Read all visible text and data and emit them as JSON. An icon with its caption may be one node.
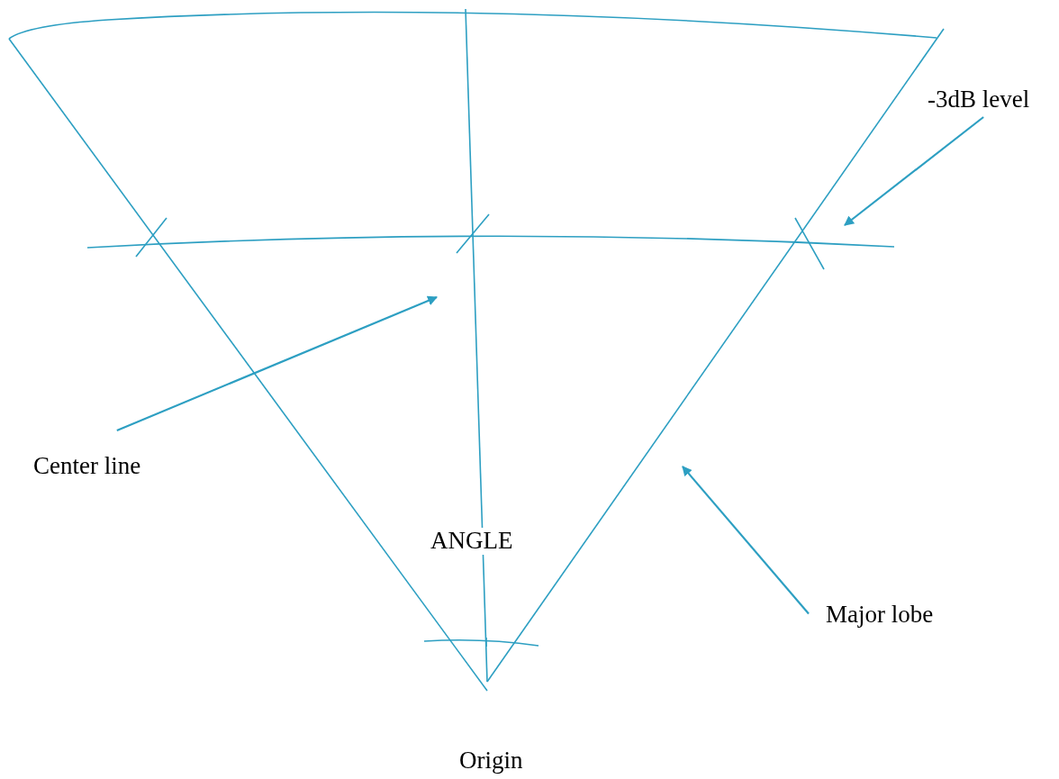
{
  "diagram": {
    "nodes": [
      {
        "text": [
          "-3dB level"
        ]
      },
      {
        "text": [
          "Center line"
        ]
      },
      {
        "text": [
          "Major lobe"
        ]
      }
    ],
    "edges": [
      {
        "from": 0,
        "to": null,
        "arrow": "to"
      },
      {
        "from": 1,
        "to": null,
        "arrow": "to"
      },
      {
        "from": 2,
        "to": null,
        "arrow": "to"
      }
    ],
    "labels": [
      "ANGLE",
      "Origin"
    ]
  }
}
